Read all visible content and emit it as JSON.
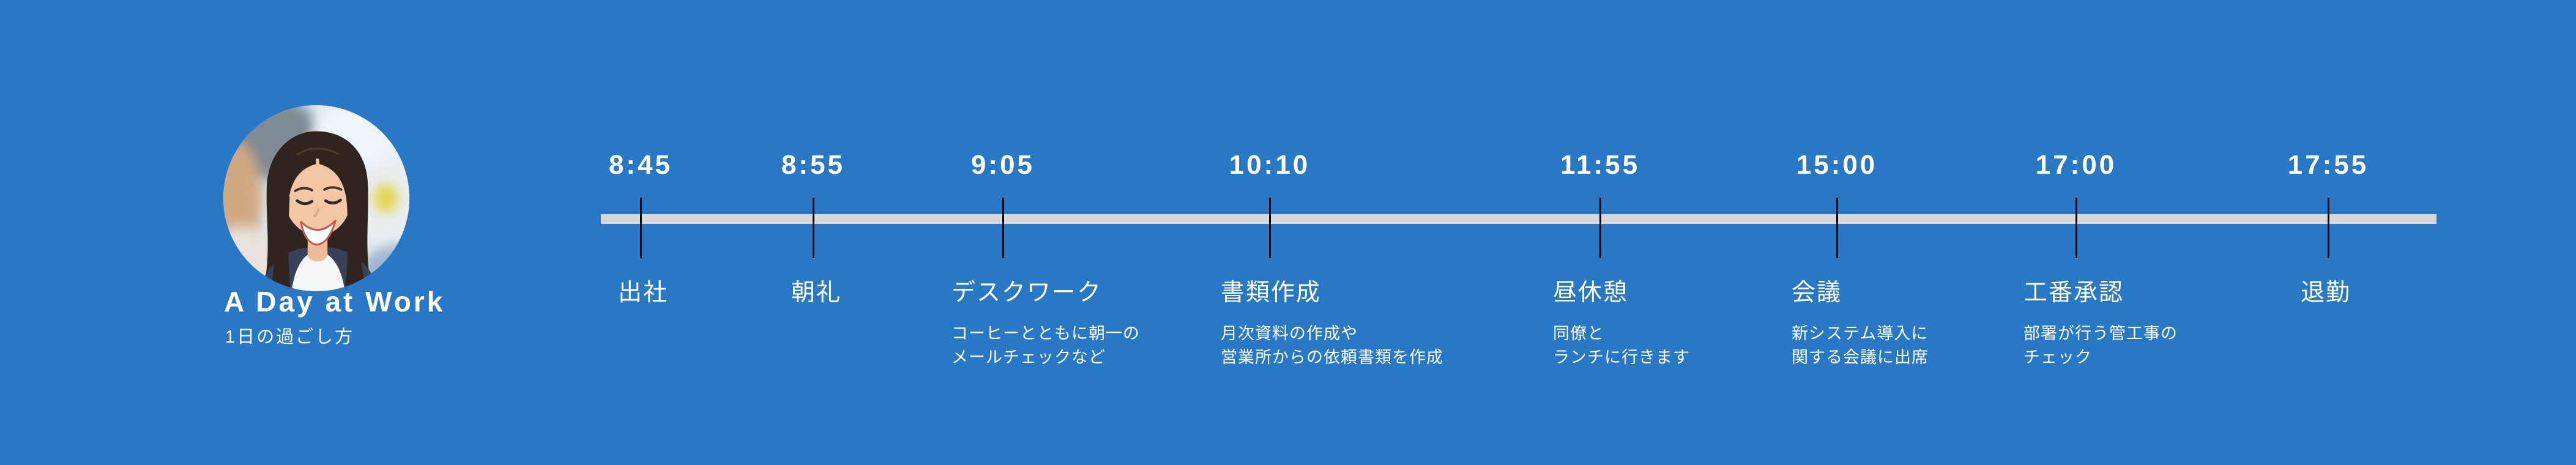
{
  "header": {
    "title": "A Day at Work",
    "subtitle": "1日の過ごし方"
  },
  "colors": {
    "background": "#2878C6",
    "bar": "#D8D8D8",
    "tick": "#0A0A0A",
    "text": "#FFFFFF"
  },
  "timeline": {
    "events": [
      {
        "time": "8:45",
        "label": "出社",
        "description": []
      },
      {
        "time": "8:55",
        "label": "朝礼",
        "description": []
      },
      {
        "time": "9:05",
        "label": "デスクワーク",
        "description": [
          "コーヒーとともに朝一の",
          "メールチェックなど"
        ]
      },
      {
        "time": "10:10",
        "label": "書類作成",
        "description": [
          "月次資料の作成や",
          "営業所からの依頼書類を作成"
        ]
      },
      {
        "time": "11:55",
        "label": "昼休憩",
        "description": [
          "同僚と",
          "ランチに行きます"
        ]
      },
      {
        "time": "15:00",
        "label": "会議",
        "description": [
          "新システム導入に",
          "関する会議に出席"
        ]
      },
      {
        "time": "17:00",
        "label": "工番承認",
        "description": [
          "部署が行う管工事の",
          "チェック"
        ]
      },
      {
        "time": "17:55",
        "label": "退勤",
        "description": []
      }
    ]
  }
}
